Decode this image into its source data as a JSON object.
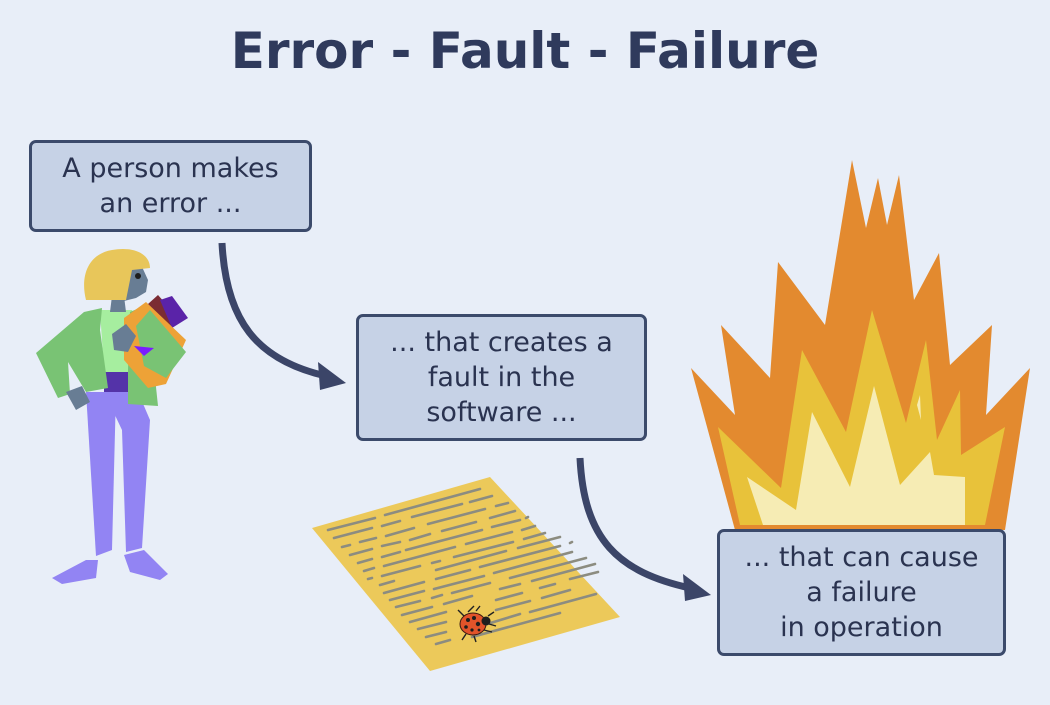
{
  "title": "Error - Fault - Failure",
  "steps": [
    {
      "lines": [
        "A person makes",
        "an error ..."
      ]
    },
    {
      "lines": [
        "... that creates a",
        "fault in the",
        "software ..."
      ]
    },
    {
      "lines": [
        "... that can cause",
        "a failure",
        "in operation"
      ]
    }
  ],
  "illustrations": {
    "person": "person-holding-documents",
    "document": "document-with-bug",
    "bug": "ladybug-icon",
    "fire": "fire-flames"
  },
  "colors": {
    "background": "#e8eef8",
    "text": "#2f3a5c",
    "box_fill": "#c6d2e6",
    "box_border": "#3b4a6b",
    "arrow": "#3b4568",
    "fire_outer": "#e38a2f",
    "fire_middle": "#e8c23a",
    "fire_inner": "#f6ecb4",
    "paper": "#ecc95a",
    "bug": "#e2542a"
  }
}
